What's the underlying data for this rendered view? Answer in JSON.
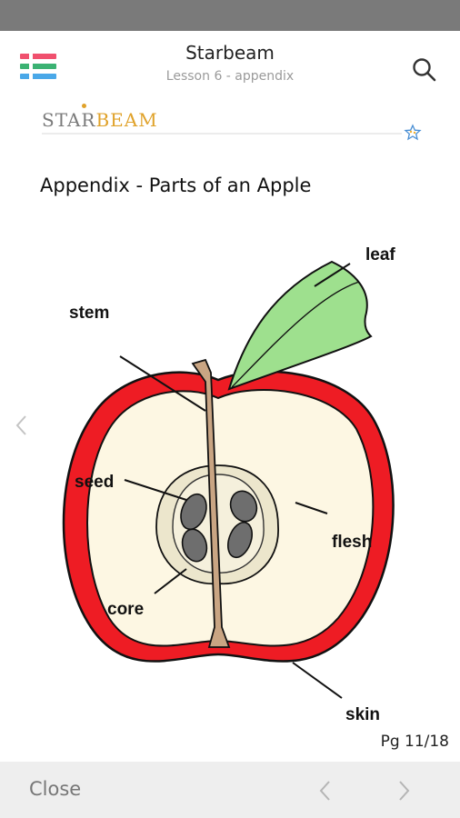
{
  "header": {
    "title": "Starbeam",
    "subtitle": "Lesson 6 - appendix",
    "menu_icon": "menu-icon",
    "search_icon": "search-icon"
  },
  "document": {
    "brand_left": "STAR",
    "brand_right": "BEAM",
    "title": "Appendix - Parts of an Apple",
    "page_indicator": "Pg 11/18",
    "diagram_labels": {
      "leaf": "leaf",
      "stem": "stem",
      "seed": "seed",
      "flesh": "flesh",
      "core": "core",
      "skin": "skin"
    }
  },
  "footer": {
    "close_label": "Close"
  },
  "colors": {
    "skin": "#ee1c24",
    "flesh": "#fdf7e3",
    "leaf": "#9ee08e",
    "stem": "#c9a583",
    "seed": "#6e6e6e",
    "core": "#ece6cc",
    "brand_gold": "#e0a22a"
  }
}
